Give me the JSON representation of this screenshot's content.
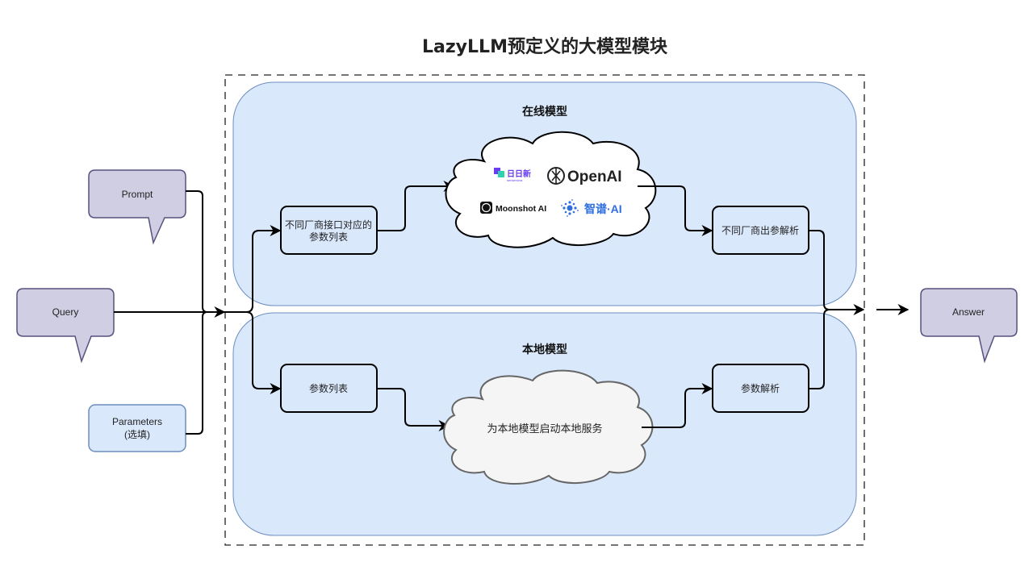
{
  "title": "LazyLLM预定义的大模型模块",
  "inputs": {
    "prompt": "Prompt",
    "query": "Query",
    "parameters_line1": "Parameters",
    "parameters_line2": "(选填)"
  },
  "output": {
    "answer": "Answer"
  },
  "online": {
    "section_title": "在线模型",
    "input_node_line1": "不同厂商接口对应的",
    "input_node_line2": "参数列表",
    "output_node": "不同厂商出参解析",
    "providers": [
      {
        "name": "日日新",
        "subtitle": "sensenova",
        "icon": "sensenova-logo-icon"
      },
      {
        "name": "OpenAI",
        "icon": "openai-logo-icon"
      },
      {
        "name": "Moonshot AI",
        "icon": "moonshot-logo-icon"
      },
      {
        "name": "智谱·AI",
        "icon": "zhipu-logo-icon"
      }
    ]
  },
  "local": {
    "section_title": "本地模型",
    "input_node": "参数列表",
    "cloud_text": "为本地模型启动本地服务",
    "output_node": "参数解析"
  },
  "colors": {
    "bubble_fill": "#d0cee2",
    "bubble_stroke": "#56517e",
    "param_fill": "#dae8fc",
    "param_stroke": "#6c8ebf",
    "section_fill": "#dae8fc",
    "section_stroke": "#6c8ebf",
    "cloud_local_fill": "#f5f5f5",
    "openai_text": "#222222",
    "zhipu_blue": "#2f6fe0",
    "sensenova_purple": "#6a3df0",
    "sensenova_teal": "#2ed1b2"
  }
}
